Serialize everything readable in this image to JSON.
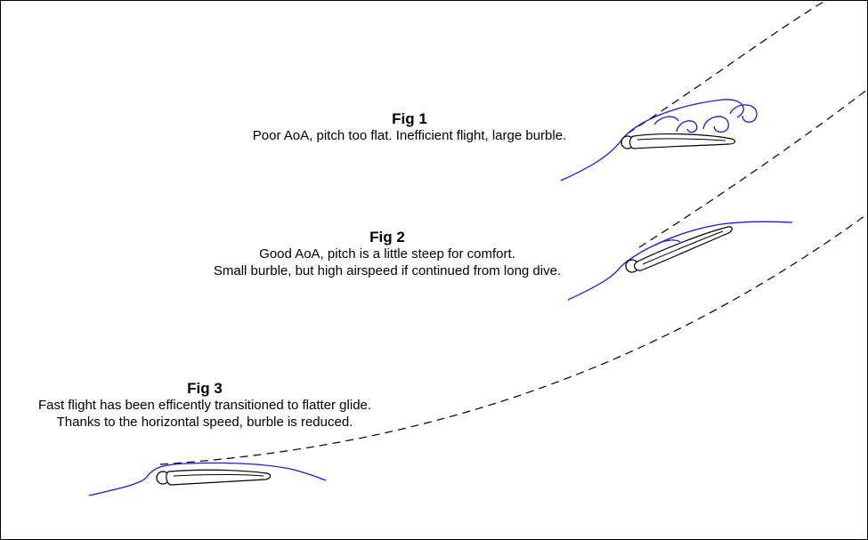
{
  "colors": {
    "airflow": "#1a1ae6",
    "outline": "#000000",
    "trajectory": "#000000",
    "background": "#ffffff"
  },
  "figures": [
    {
      "title": "Fig 1",
      "lines": [
        "Poor AoA, pitch too flat. Inefficient flight, large burble."
      ]
    },
    {
      "title": "Fig 2",
      "lines": [
        "Good AoA, pitch is a little steep for comfort.",
        "Small burble, but high airspeed if continued from long dive."
      ]
    },
    {
      "title": "Fig 3",
      "lines": [
        "Fast flight has been efficently transitioned to flatter glide.",
        "Thanks to the horizontal speed, burble is reduced."
      ]
    }
  ]
}
